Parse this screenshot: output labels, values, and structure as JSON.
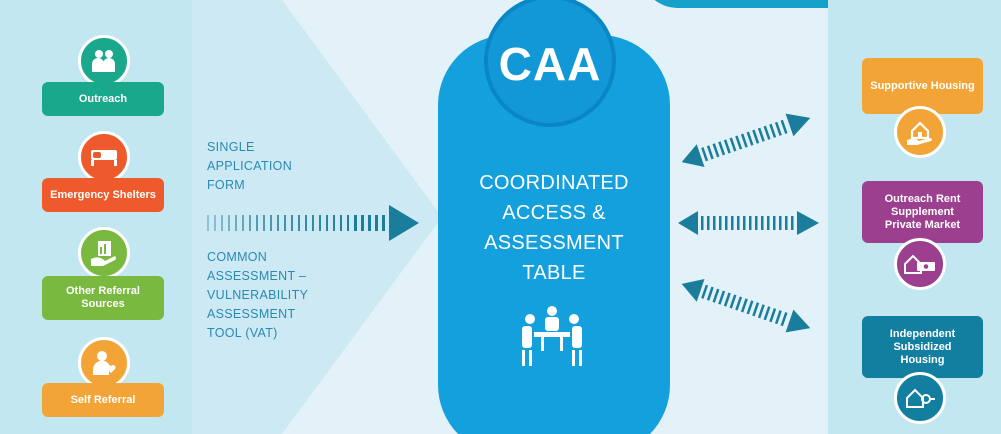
{
  "sources": [
    {
      "label": "Outreach",
      "icon": "outreach-people-icon",
      "color": "#19a88c"
    },
    {
      "label": "Emergency Shelters",
      "icon": "bed-icon",
      "color": "#ef5a2c"
    },
    {
      "label": "Other Referral Sources",
      "icon": "hand-document-icon",
      "color": "#7ab940"
    },
    {
      "label": "Self Referral",
      "icon": "person-heart-icon",
      "color": "#f3a437"
    }
  ],
  "process": {
    "form_lines": [
      "SINGLE",
      "APPLICATION",
      "FORM"
    ],
    "tool_lines": [
      "COMMON",
      "ASSESSMENT –",
      "VULNERABILITY",
      "ASSESSMENT",
      "TOOL (VAT)"
    ]
  },
  "caa": {
    "badge": "CAA",
    "title_lines": [
      "COORDINATED",
      "ACCESS &",
      "ASSESSMENT",
      "TABLE"
    ],
    "icon": "meeting-table-icon",
    "color": "#14a0dc"
  },
  "destinations": [
    {
      "label_lines": [
        "Supportive Housing"
      ],
      "icon": "house-in-hand-icon",
      "color": "#f3a437"
    },
    {
      "label_lines": [
        "Outreach Rent",
        "Supplement",
        "Private Market"
      ],
      "icon": "house-money-icon",
      "color": "#9c3f8e"
    },
    {
      "label_lines": [
        "Independent",
        "Subsidized",
        "Housing"
      ],
      "icon": "key-icon",
      "color": "#127ea0"
    }
  ]
}
